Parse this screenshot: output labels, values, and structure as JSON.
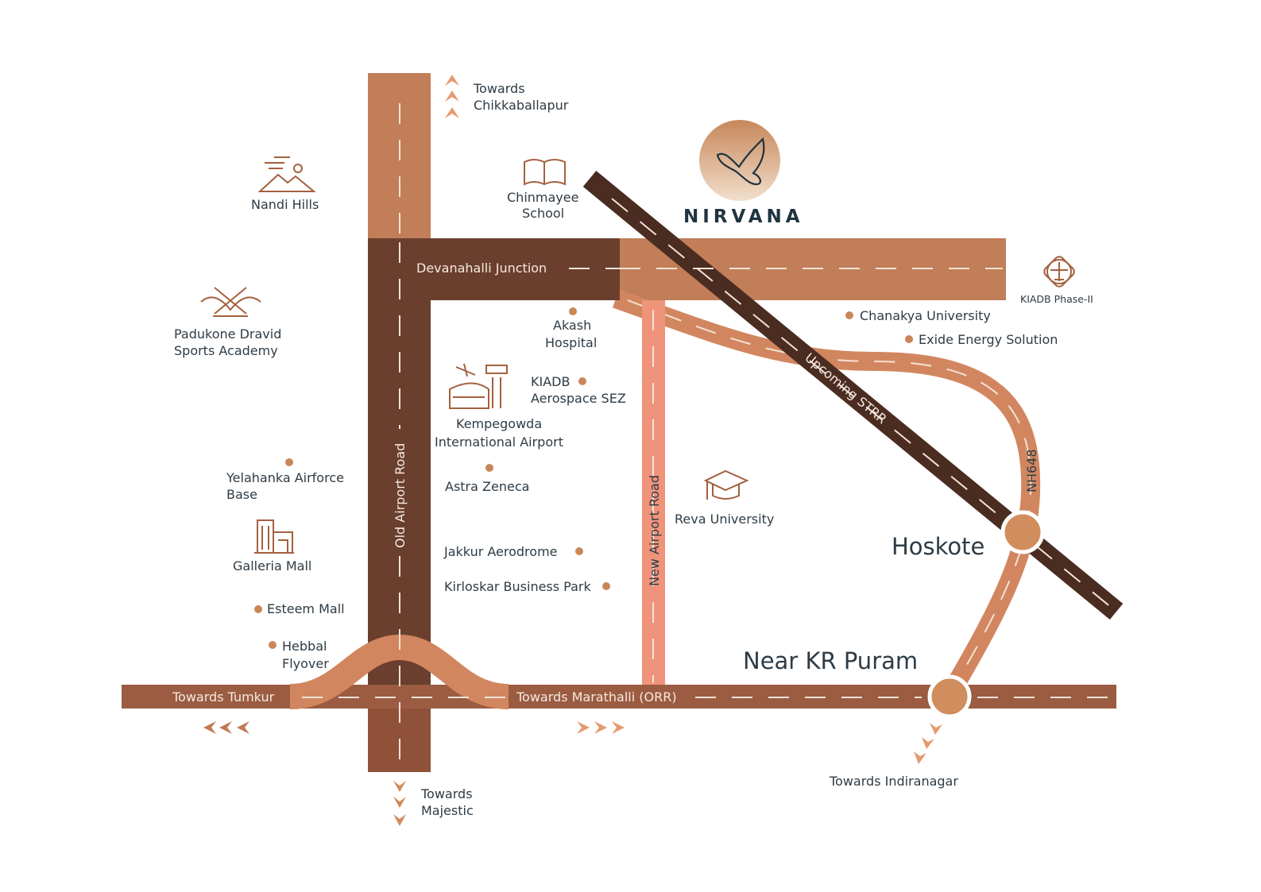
{
  "brand": {
    "name": "NIRVANA",
    "icon": "dove-logo-icon"
  },
  "colors": {
    "road_light": "#c17e58",
    "road_dark": "#6a3f2e",
    "strr": "#4b2c21",
    "nh648": "#d2865f",
    "new_airport_road": "#ef947b",
    "orr": "#9b5c42",
    "dot": "#c98758",
    "text": "#2e3b45"
  },
  "roads": {
    "old_airport_road": "Old Airport Road",
    "new_airport_road": "New Airport Road",
    "junction": "Devanahalli Junction",
    "strr": "Upcoming STRR",
    "nh648": "NH648",
    "tumkur": "Towards Tumkur",
    "orr": "Towards Marathalli (ORR)"
  },
  "directions": {
    "north_1": "Towards",
    "north_2": "Chikkaballapur",
    "south_1": "Towards",
    "south_2": "Majestic",
    "indiranagar": "Towards Indiranagar"
  },
  "nodes": {
    "hoskote": "Hoskote",
    "kr_puram": "Near KR Puram"
  },
  "landmarks": {
    "nandi": "Nandi Hills",
    "chinmayee_1": "Chinmayee",
    "chinmayee_2": "School",
    "padukone_1": "Padukone Dravid",
    "padukone_2": "Sports Academy",
    "akash_1": "Akash",
    "akash_2": "Hospital",
    "kiadb_sez_1": "KIADB",
    "kiadb_sez_2": "Aerospace SEZ",
    "airport_1": "Kempegowda",
    "airport_2": "International Airport",
    "astra": "Astra Zeneca",
    "yelahanka_1": "Yelahanka Airforce",
    "yelahanka_2": "Base",
    "galleria": "Galleria Mall",
    "reva": "Reva University",
    "jakkur": "Jakkur Aerodrome",
    "kirloskar": "Kirloskar Business Park",
    "esteem": "Esteem Mall",
    "hebbal_1": "Hebbal",
    "hebbal_2": "Flyover",
    "chanakya": "Chanakya University",
    "exide": "Exide Energy Solution",
    "kiadb2": "KIADB Phase-II"
  }
}
